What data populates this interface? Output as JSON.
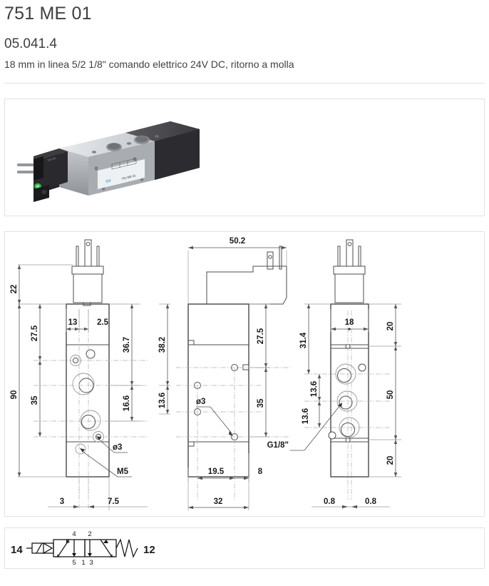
{
  "header": {
    "title": "751 ME 01",
    "code": "05.041.4",
    "description": "18 mm in linea 5/2 1/8\" comando elettrico 24V DC, ritorno a molla"
  },
  "photo": {
    "alt_name": "pneumatic-solenoid-valve-photo",
    "body_label": "751 ME 01",
    "colors": {
      "body": "#b9bcc0",
      "end_cap": "#3a3a3c",
      "coil": "#333336",
      "label": "#f2f4f6",
      "brand": "#1f84c6",
      "indicator": "#36b14a",
      "pin": "#8f9296"
    }
  },
  "drawing": {
    "views": [
      {
        "name": "front-view",
        "dimensions": {
          "left_chain": [
            "22",
            "27.5",
            "35",
            "90"
          ],
          "top": [
            "13",
            "2.5"
          ],
          "right_chain": [
            "36.7",
            "16.6",
            "38.2",
            "13.6"
          ],
          "bottom": [
            "3",
            "7.5"
          ],
          "annotations": [
            "ø3",
            "M5"
          ]
        }
      },
      {
        "name": "side-view",
        "dimensions": {
          "top": [
            "50.2"
          ],
          "right_chain": [
            "27.5",
            "35"
          ],
          "bottom": [
            "19.5",
            "8",
            "32"
          ],
          "annotations": [
            "ø3"
          ]
        }
      },
      {
        "name": "rear-view",
        "dimensions": {
          "left_chain": [
            "31.4",
            "13.6",
            "13.6"
          ],
          "top": [
            "18"
          ],
          "right_chain": [
            "20",
            "50",
            "20"
          ],
          "bottom": [
            "0.8",
            "0.8"
          ],
          "annotations": [
            "G1/8\""
          ]
        }
      }
    ]
  },
  "symbol": {
    "name": "pneumatic-symbol-5-2-valve",
    "left_label": "14",
    "right_label": "12",
    "ports_top": [
      "4",
      "2"
    ],
    "ports_bottom": [
      "5",
      "1",
      "3"
    ]
  }
}
